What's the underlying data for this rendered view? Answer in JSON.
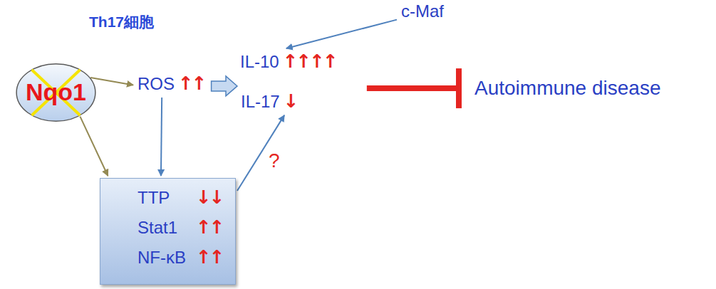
{
  "diagram": {
    "nodes": [
      {
        "text": [
          "Nqo1"
        ]
      },
      {
        "text": [
          "ROS",
          "↑↑"
        ]
      },
      {
        "text": [
          "IL-10",
          "↑↑↑↑"
        ]
      },
      {
        "text": [
          "IL-17",
          "↓"
        ]
      },
      {
        "text": [
          "c-Maf"
        ]
      },
      {
        "text": [
          "TTP",
          "↓↓",
          "Stat1",
          "↑↑",
          "NF-κB",
          "↑↑"
        ]
      },
      {
        "text": [
          "Autoimmune disease"
        ]
      }
    ],
    "edges": [
      {
        "from": 0,
        "to": 1,
        "arrow": "to"
      },
      {
        "from": 0,
        "to": 5,
        "arrow": "to"
      },
      {
        "from": 1,
        "to": 2,
        "arrow": "to"
      },
      {
        "from": 1,
        "to": 5,
        "arrow": "to"
      },
      {
        "from": 4,
        "to": 2,
        "arrow": "to"
      },
      {
        "from": 5,
        "to": 3,
        "label": "?",
        "arrow": "to"
      },
      {
        "from": 2,
        "to": 6,
        "arrow": "to"
      }
    ],
    "labels": [
      "Th17細胞"
    ]
  }
}
